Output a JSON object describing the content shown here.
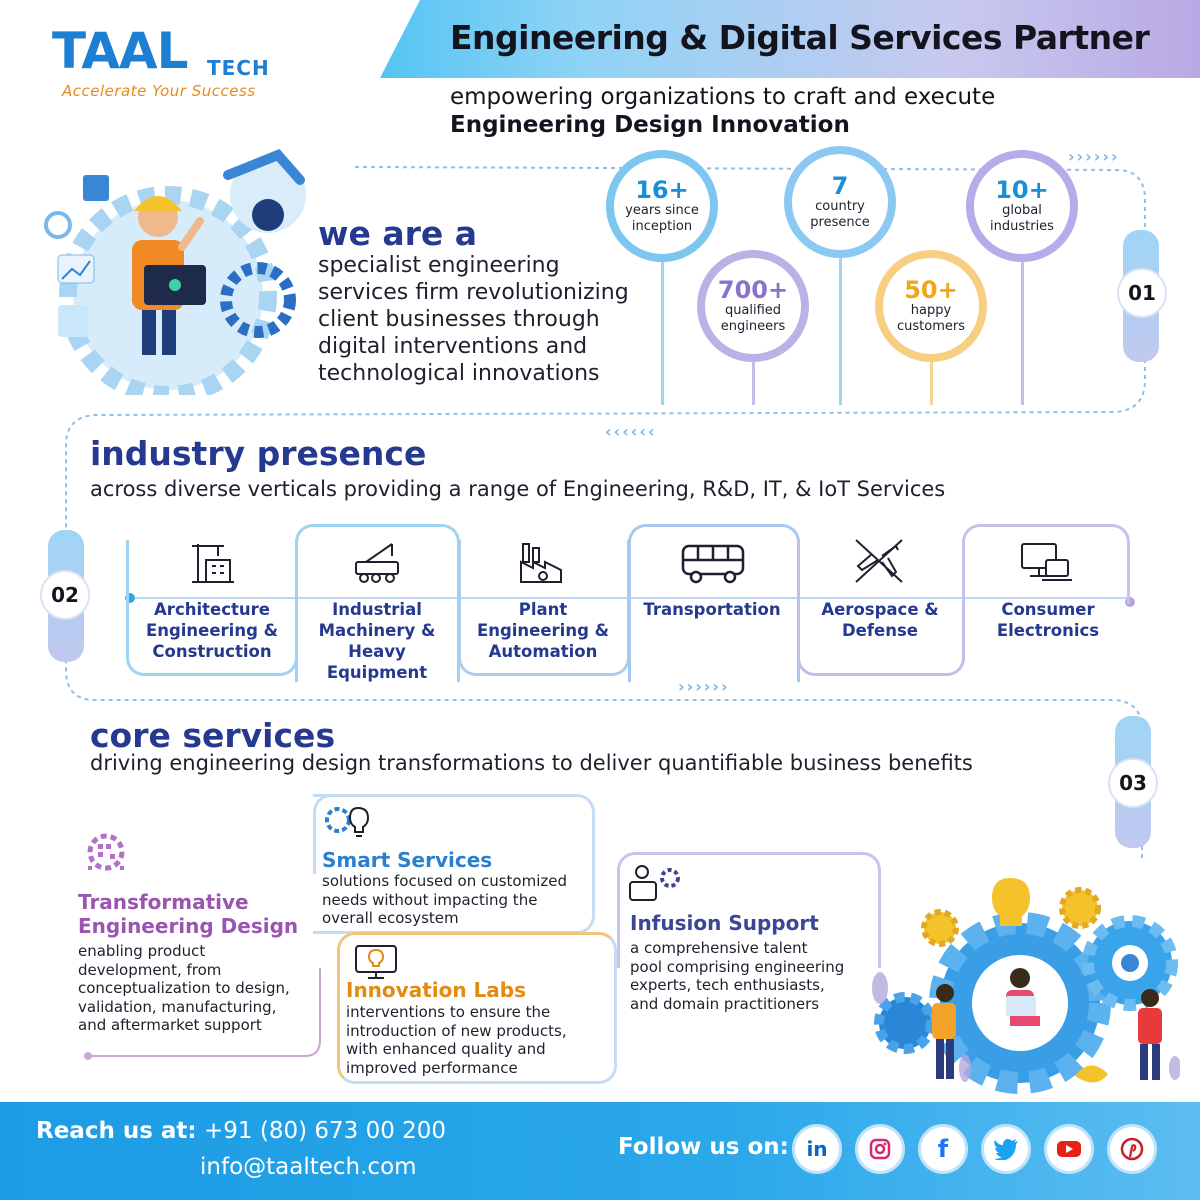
{
  "header": {
    "title": "Engineering & Digital Services Partner",
    "logo_main": "TAAL",
    "logo_tech": "TECH",
    "tagline": "Accelerate Your Success",
    "subtitle_line1": "empowering organizations to craft and execute",
    "subtitle_line2": "Engineering Design Innovation"
  },
  "about": {
    "heading": "we are a",
    "lines": [
      "specialist engineering",
      "services firm revolutionizing",
      "client businesses through",
      "digital interventions and",
      "technological innovations"
    ],
    "section_number": "01"
  },
  "stats": [
    {
      "value": "16+",
      "label1": "years since",
      "label2": "inception",
      "color": "#1a8fd8"
    },
    {
      "value": "7",
      "label1": "country",
      "label2": "presence",
      "color": "#1a8fd8"
    },
    {
      "value": "10+",
      "label1": "global",
      "label2": "industries",
      "color": "#1a8fd8"
    },
    {
      "value": "700+",
      "label1": "qualified",
      "label2": "engineers",
      "color": "#8a72c8"
    },
    {
      "value": "50+",
      "label1": "happy",
      "label2": "customers",
      "color": "#f2a516"
    }
  ],
  "industry": {
    "heading": "industry presence",
    "subtitle": "across diverse verticals providing a range of Engineering, R&D, IT, & IoT Services",
    "section_number": "02",
    "items": [
      {
        "label": "Architecture Engineering & Construction",
        "icon": "crane-building-icon"
      },
      {
        "label": "Industrial Machinery & Heavy Equipment",
        "icon": "crane-truck-icon"
      },
      {
        "label": "Plant Engineering & Automation",
        "icon": "factory-icon"
      },
      {
        "label": "Transportation",
        "icon": "bus-icon"
      },
      {
        "label": "Aerospace & Defense",
        "icon": "airplane-icon"
      },
      {
        "label": "Consumer Electronics",
        "icon": "devices-icon"
      }
    ]
  },
  "core": {
    "heading": "core services",
    "subtitle": "driving engineering design transformations to deliver quantifiable business benefits",
    "section_number": "03",
    "services": [
      {
        "title": "Transformative",
        "title2": "Engineering Design",
        "text": [
          "enabling product",
          "development, from",
          "conceptualization to design,",
          "validation, manufacturing,",
          "and aftermarket support"
        ],
        "color": "#9a55b0"
      },
      {
        "title": "Smart Services",
        "text": [
          "solutions focused on customized",
          "needs without impacting the",
          "overall ecosystem"
        ],
        "color": "#2a7fcf"
      },
      {
        "title": "Innovation Labs",
        "text": [
          "interventions to ensure the",
          "introduction of new products,",
          "with enhanced quality and",
          "improved performance"
        ],
        "color": "#e28a12"
      },
      {
        "title": "Infusion Support",
        "text": [
          "a comprehensive talent",
          "pool comprising engineering",
          "experts, tech enthusiasts,",
          "and domain practitioners"
        ],
        "color": "#3a4596"
      }
    ]
  },
  "footer": {
    "reach_label": "Reach us at:",
    "phone": "+91 (80) 673 00 200",
    "email": "info@taaltech.com",
    "follow_label": "Follow us on:",
    "social": [
      {
        "name": "linkedin-icon",
        "glyph": "in",
        "color": "#0a66c2"
      },
      {
        "name": "instagram-icon",
        "glyph": "◎",
        "color": "#d6286f"
      },
      {
        "name": "facebook-icon",
        "glyph": "f",
        "color": "#1877f2"
      },
      {
        "name": "twitter-icon",
        "glyph": "🐦",
        "color": "#1da1f2"
      },
      {
        "name": "youtube-icon",
        "glyph": "▶",
        "color": "#e62117"
      },
      {
        "name": "pinterest-icon",
        "glyph": "P",
        "color": "#cb1f27"
      }
    ]
  }
}
